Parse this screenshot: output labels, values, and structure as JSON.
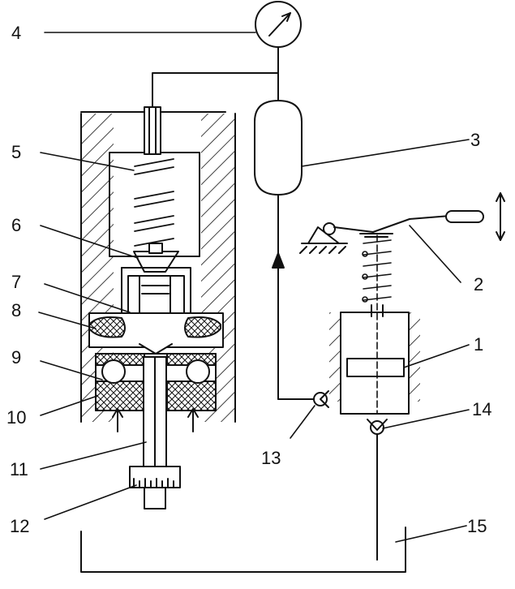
{
  "diagram": {
    "labels": {
      "l1": "1",
      "l2": "2",
      "l3": "3",
      "l4": "4",
      "l5": "5",
      "l6": "6",
      "l7": "7",
      "l8": "8",
      "l9": "9",
      "l10": "10",
      "l11": "11",
      "l12": "12",
      "l13": "13",
      "l14": "14",
      "l15": "15"
    },
    "colors": {
      "ink": "#111111",
      "background": "#ffffff"
    }
  }
}
